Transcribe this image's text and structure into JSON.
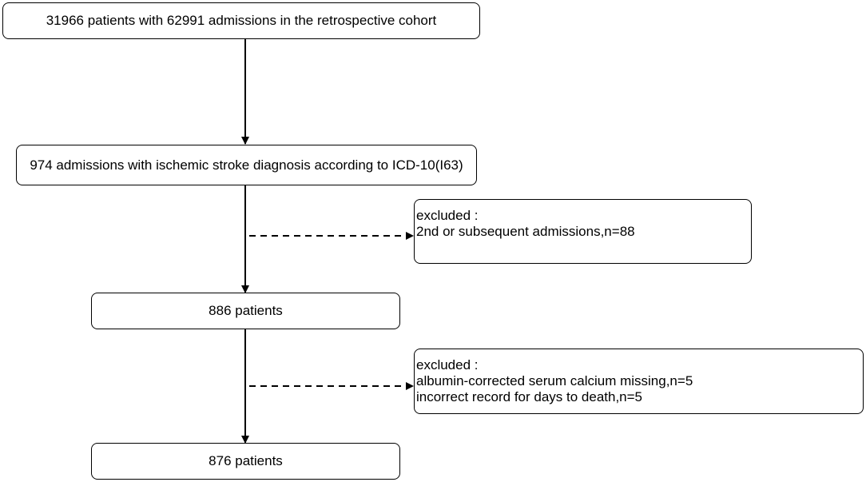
{
  "diagram": {
    "nodes": {
      "cohort": "31966 patients with 62991 admissions in the retrospective cohort",
      "stroke_admissions": "974 admissions with ischemic stroke diagnosis according to ICD-10(I63)",
      "patients_886": "886 patients",
      "patients_876": "876 patients"
    },
    "exclusions": [
      {
        "heading": "excluded :",
        "lines": [
          "2nd or subsequent admissions,n=88"
        ]
      },
      {
        "heading": "excluded :",
        "lines": [
          "albumin-corrected serum calcium missing,n=5",
          "incorrect record for days to death,n=5"
        ]
      }
    ],
    "colors": {
      "line": "#000000",
      "background": "#ffffff"
    }
  }
}
